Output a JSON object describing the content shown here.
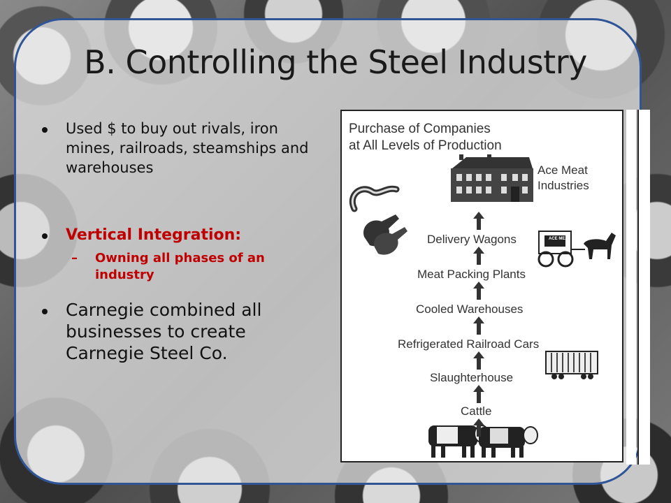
{
  "slide": {
    "title": "B. Controlling the Steel Industry",
    "bullets": [
      {
        "text": "Used $ to buy out rivals, iron mines, railroads, steamships and warehouses"
      },
      {
        "text": "Vertical Integration:",
        "color": "#c00000"
      },
      {
        "text": "Carnegie combined all businesses to create Carnegie Steel Co."
      }
    ],
    "sub_bullet": {
      "dash": "–",
      "text": "Owning all phases of an industry",
      "color": "#c00000"
    }
  },
  "diagram": {
    "heading_line1": "Purchase of Companies",
    "heading_line2": "at All Levels of Production",
    "factory_label_line1": "Ace Meat",
    "factory_label_line2": "Industries",
    "stages": [
      "Delivery Wagons",
      "Meat Packing Plants",
      "Cooled Warehouses",
      "Refrigerated Railroad Cars",
      "Slaughterhouse",
      "Cattle"
    ],
    "wagon_sign": "ACE MEAT"
  },
  "colors": {
    "border": "#2f5597",
    "accent_red": "#c00000"
  }
}
